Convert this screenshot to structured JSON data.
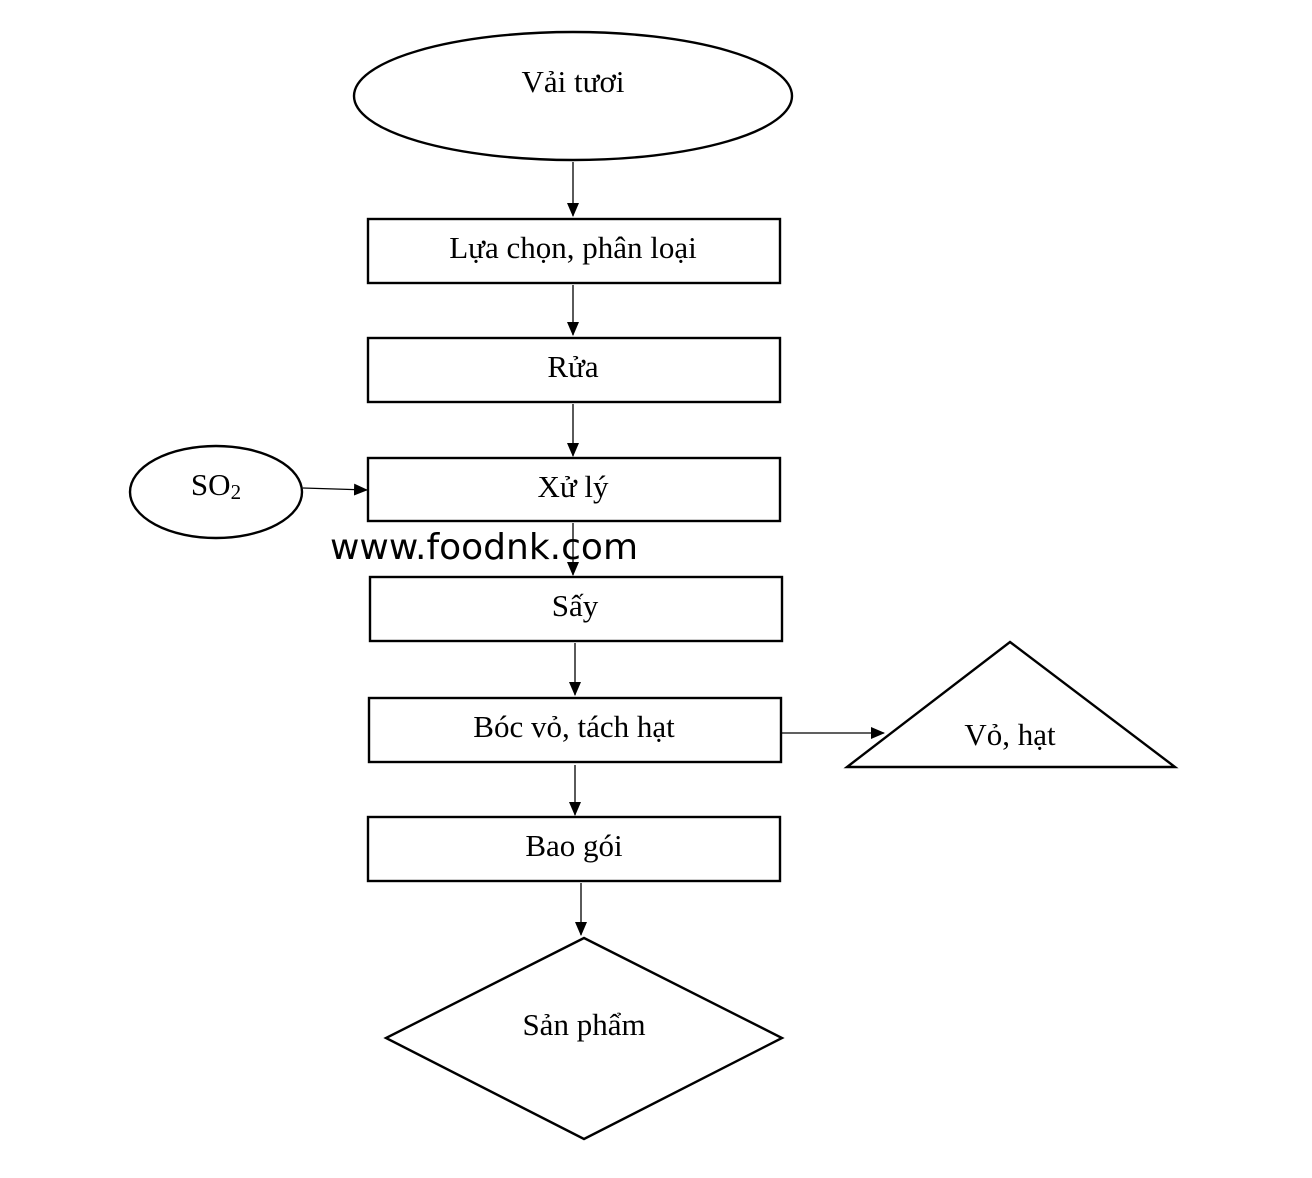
{
  "diagram": {
    "start": "Vải tươi",
    "steps": {
      "sort": "Lựa chọn, phân loại",
      "wash": "Rửa",
      "treat": "Xử lý",
      "dry": "Sấy",
      "peel": "Bóc vỏ, tách hạt",
      "pack": "Bao gói"
    },
    "input": {
      "text": "SO",
      "subscript": "2"
    },
    "byproduct": "Vỏ, hạt",
    "product": "Sản phẩm"
  },
  "watermark": "www.foodnk.com"
}
